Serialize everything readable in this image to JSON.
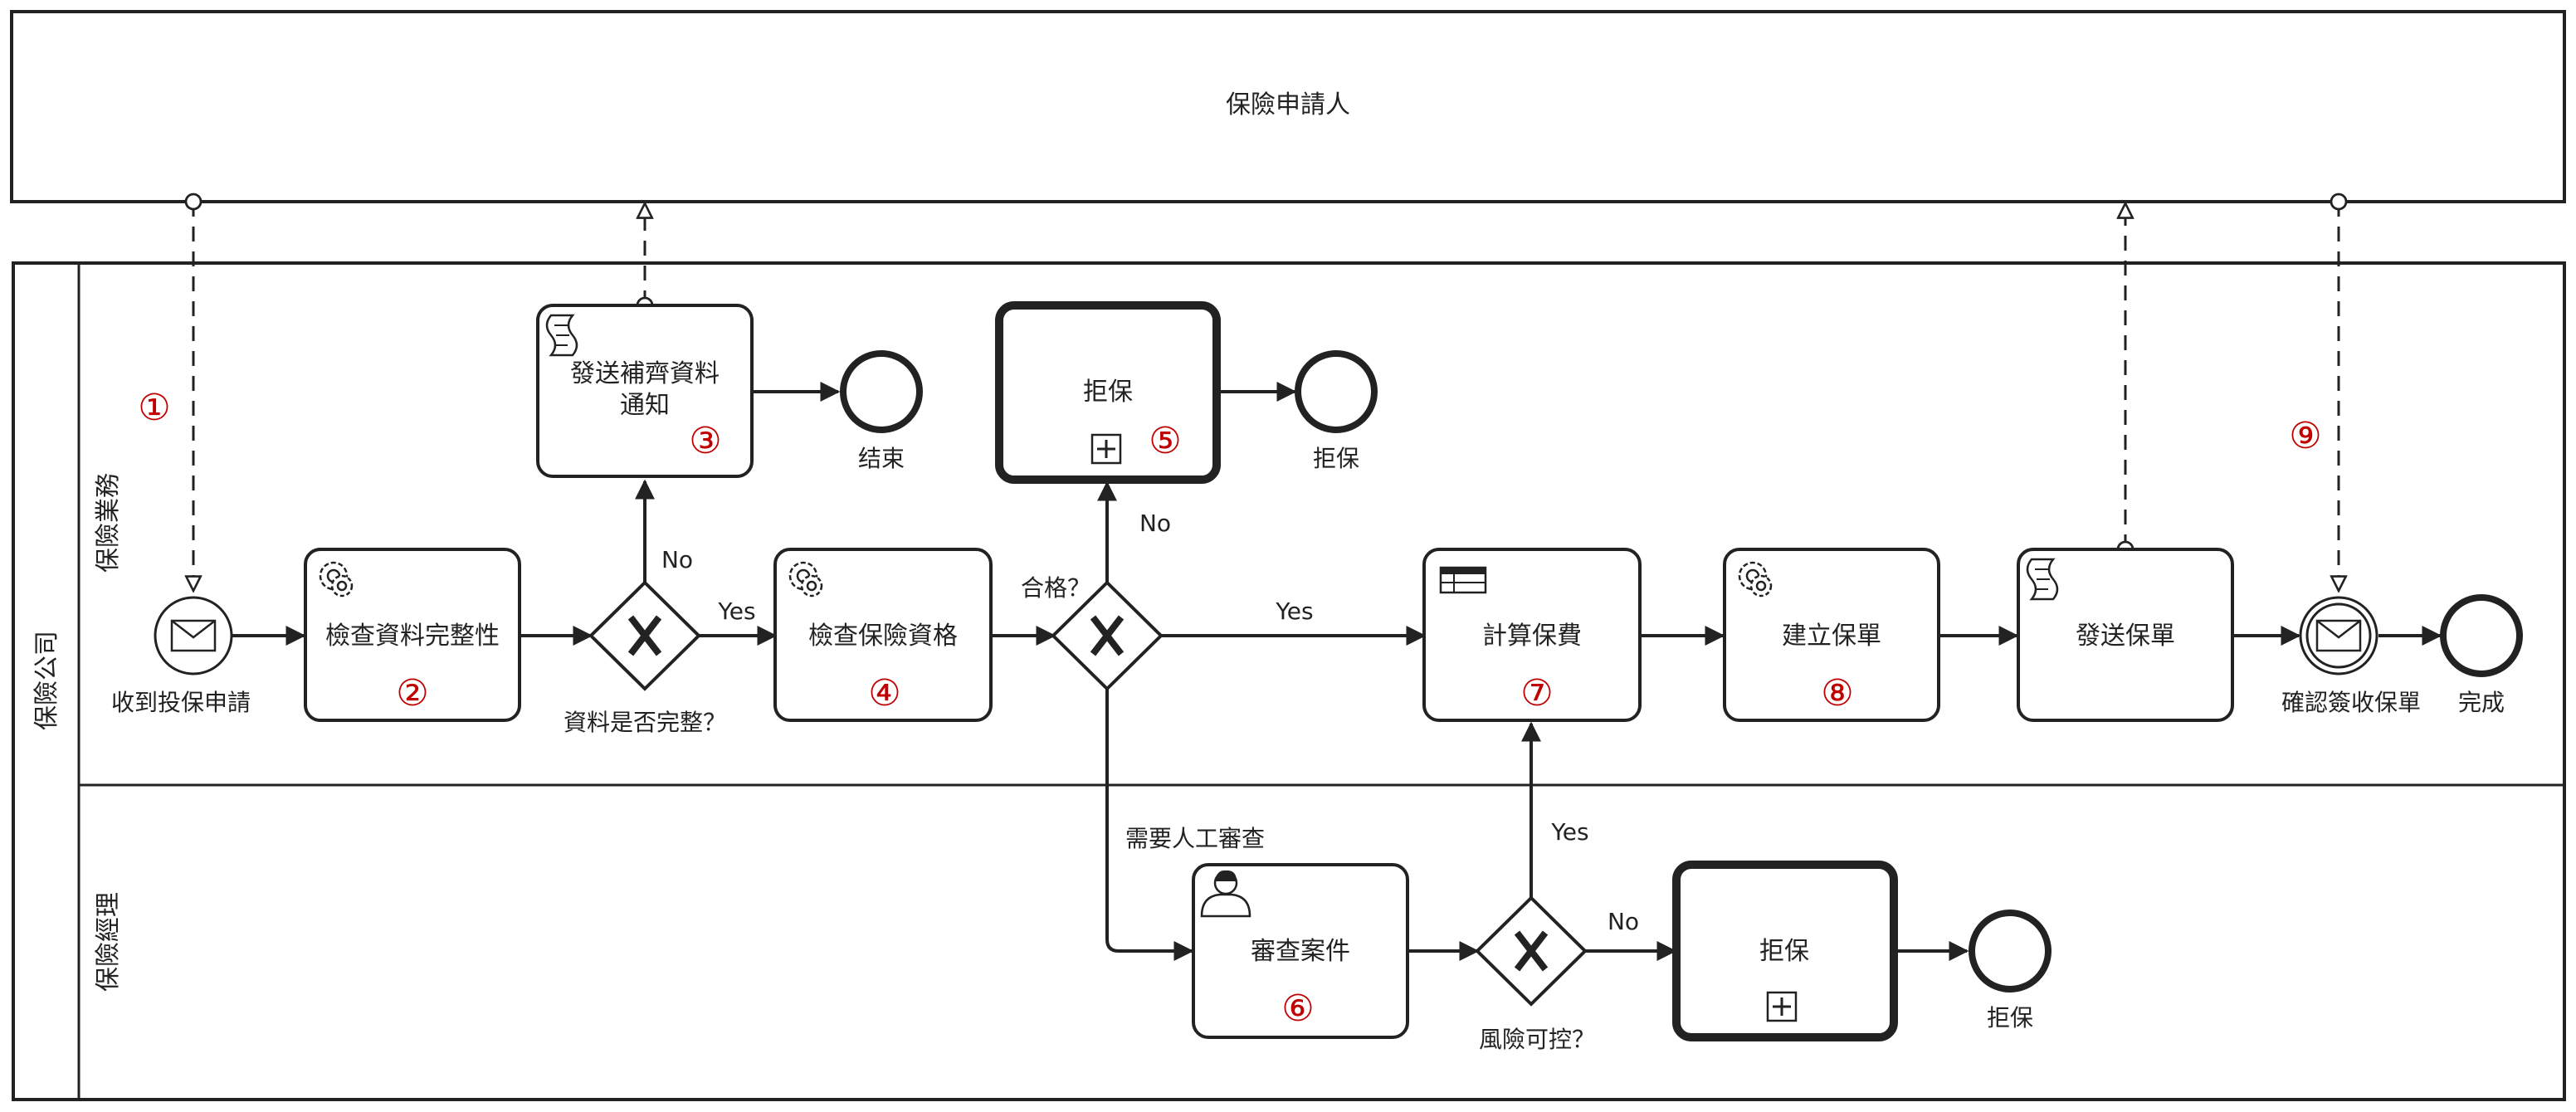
{
  "pools": {
    "applicant": {
      "label": "保險申請人"
    },
    "company": {
      "label": "保險公司",
      "lanes": [
        {
          "label": "保險業務"
        },
        {
          "label": "保險經理"
        }
      ]
    }
  },
  "events": {
    "start": {
      "label": "收到投保申請"
    },
    "end_incomplete": {
      "label": "结束"
    },
    "end_reject_biz": {
      "label": "拒保"
    },
    "catch_signed": {
      "label": "確認簽收保單"
    },
    "end_done": {
      "label": "完成"
    },
    "end_reject_mgr": {
      "label": "拒保"
    }
  },
  "tasks": {
    "check_completeness": {
      "label": "檢查資料完整性",
      "number": "②",
      "icon": "gear-icon"
    },
    "send_notice": {
      "label_line1": "發送補齊資料",
      "label_line2": "通知",
      "number": "③",
      "icon": "script-icon"
    },
    "check_eligibility": {
      "label": "檢查保險資格",
      "number": "④",
      "icon": "gear-icon"
    },
    "reject_biz": {
      "label": "拒保",
      "number": "⑤",
      "icon": "subprocess-plus-icon"
    },
    "calc_premium": {
      "label": "計算保費",
      "number": "⑦",
      "icon": "table-icon"
    },
    "create_policy": {
      "label": "建立保單",
      "number": "⑧",
      "icon": "gear-icon"
    },
    "send_policy": {
      "label": "發送保單",
      "icon": "script-icon"
    },
    "review_case": {
      "label": "審查案件",
      "number": "⑥",
      "icon": "user-icon"
    },
    "reject_mgr": {
      "label": "拒保",
      "icon": "subprocess-plus-icon"
    }
  },
  "gateways": {
    "complete": {
      "label": "資料是否完整？"
    },
    "qualified": {
      "label": "合格？"
    },
    "risk": {
      "label": "風險可控？"
    }
  },
  "flow_labels": {
    "no_incomplete": "No",
    "yes_complete": "Yes",
    "no_qualified": "No",
    "yes_qualified": "Yes",
    "manual_review": "需要人工審查",
    "yes_risk": "Yes",
    "no_risk": "No"
  },
  "markers": {
    "m1": "①",
    "m9": "⑨"
  }
}
